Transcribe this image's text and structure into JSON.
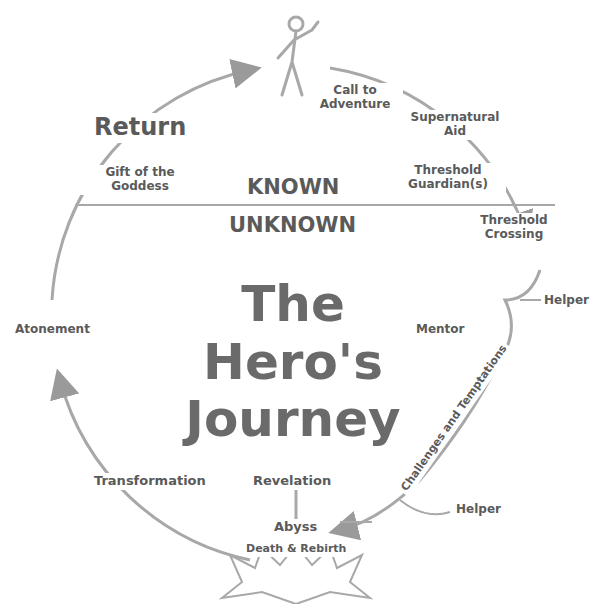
{
  "diagram": {
    "title": "The Hero's Journey",
    "labels": [
      "Call to Adventure",
      "Supernatural Aid",
      "Return",
      "Gift of the Goddess",
      "KNOWN",
      "UNKNOWN",
      "Threshold Guardian(s)",
      "Threshold Crossing",
      "Helper",
      "Mentor",
      "Challenges and Temptations",
      "Atonement",
      "Transformation",
      "Revelation",
      "Abyss",
      "Death & Rebirth",
      "Helper"
    ]
  }
}
